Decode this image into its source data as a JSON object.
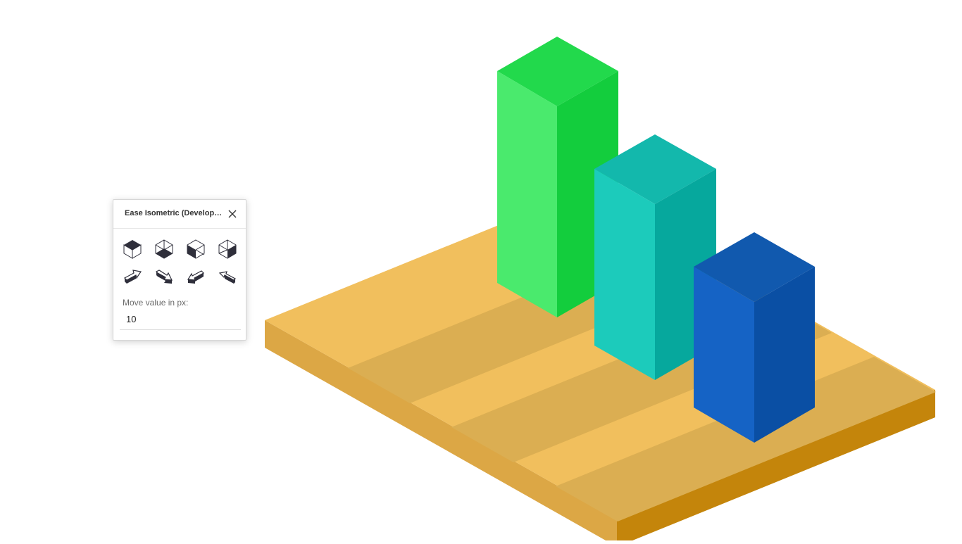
{
  "plugin": {
    "title": "Ease Isometric (Develop…",
    "close_icon": "close-icon",
    "cube_buttons": [
      {
        "name": "cube-top-face-icon"
      },
      {
        "name": "cube-left-face-icon"
      },
      {
        "name": "cube-front-face-icon"
      },
      {
        "name": "cube-right-face-icon"
      }
    ],
    "move_buttons": [
      {
        "name": "move-up-right-icon"
      },
      {
        "name": "move-down-right-icon"
      },
      {
        "name": "move-down-left-icon"
      },
      {
        "name": "move-up-left-icon"
      }
    ],
    "move_label": "Move value in px:",
    "move_value": "10"
  },
  "colors": {
    "green_top": "#22d94c",
    "green_left": "#4aea6d",
    "green_right": "#13cd3d",
    "teal_top": "#13b8ac",
    "teal_left": "#1ccbbb",
    "teal_right": "#06a89d",
    "blue_top": "#1159ae",
    "blue_left": "#1563c5",
    "blue_right": "#0a4fa4",
    "board_top": "#f1bf5d",
    "board_stripe": "#dbae52",
    "board_left": "#dca745",
    "board_right": "#c4850b",
    "icon_dark": "#2f2f3b"
  }
}
